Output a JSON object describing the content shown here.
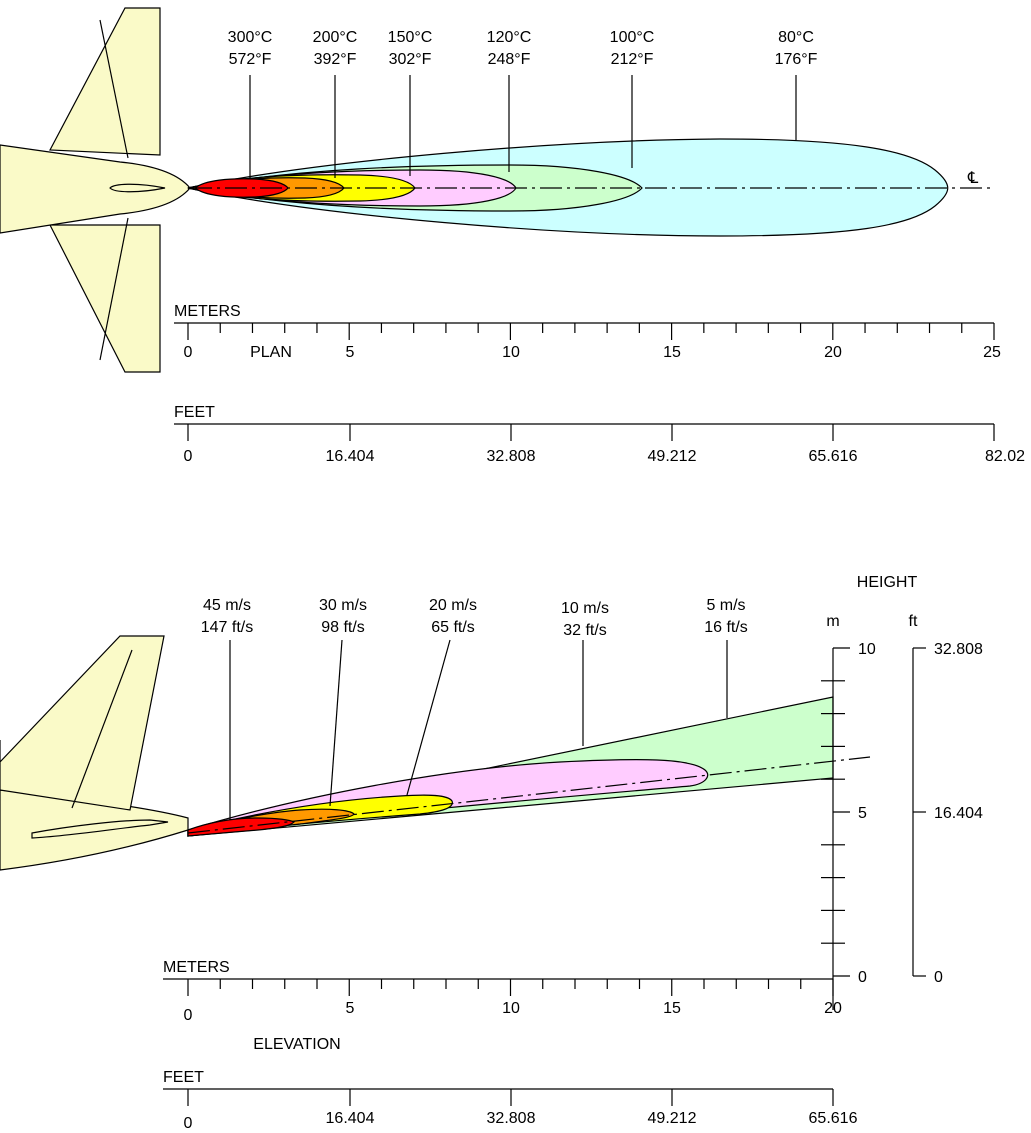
{
  "colors": {
    "aircraft": "#fafac8",
    "red": "#ff0000",
    "orange": "#ff9900",
    "yellow": "#ffff00",
    "pink": "#ffccff",
    "green": "#ccffcc",
    "cyan": "#ccffff"
  },
  "plan": {
    "label": "PLAN",
    "centerline_symbol": "℄",
    "temperatures": [
      {
        "c": "300°C",
        "f": "572°F"
      },
      {
        "c": "200°C",
        "f": "392°F"
      },
      {
        "c": "150°C",
        "f": "302°F"
      },
      {
        "c": "120°C",
        "f": "248°F"
      },
      {
        "c": "100°C",
        "f": "212°F"
      },
      {
        "c": "80°C",
        "f": "176°F"
      }
    ],
    "meters_title": "METERS",
    "meters_ticks": [
      "0",
      "5",
      "10",
      "15",
      "20",
      "25"
    ],
    "feet_title": "FEET",
    "feet_ticks": [
      "0",
      "16.404",
      "32.808",
      "49.212",
      "65.616",
      "82.02"
    ]
  },
  "elevation": {
    "label": "ELEVATION",
    "velocities": [
      {
        "ms": "45 m/s",
        "fts": "147 ft/s"
      },
      {
        "ms": "30 m/s",
        "fts": "98 ft/s"
      },
      {
        "ms": "20 m/s",
        "fts": "65 ft/s"
      },
      {
        "ms": "10 m/s",
        "fts": "32 ft/s"
      },
      {
        "ms": "5 m/s",
        "fts": "16 ft/s"
      }
    ],
    "height_title": "HEIGHT",
    "height_unit_m": "m",
    "height_unit_ft": "ft",
    "height_m_ticks": [
      "10",
      "5",
      "0"
    ],
    "height_ft_ticks": [
      "32.808",
      "16.404",
      "0"
    ],
    "meters_title": "METERS",
    "meters_ticks": [
      "0",
      "5",
      "10",
      "15",
      "20"
    ],
    "feet_title": "FEET",
    "feet_ticks": [
      "0",
      "16.404",
      "32.808",
      "49.212",
      "65.616"
    ]
  }
}
